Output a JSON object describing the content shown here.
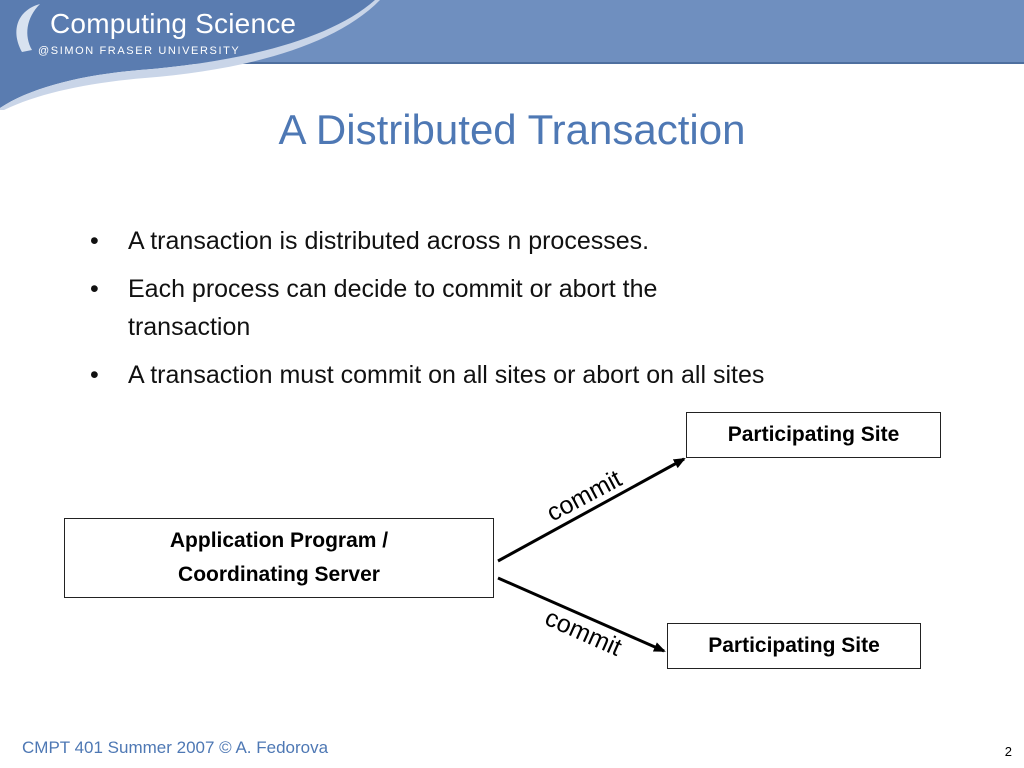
{
  "header": {
    "logo_title": "Computing Science",
    "logo_subtitle": "@SIMON FRASER UNIVERSITY"
  },
  "slide": {
    "title": "A Distributed Transaction",
    "bullets": [
      {
        "line1": "A transaction is distributed across n processes.",
        "line2": ""
      },
      {
        "line1": "Each process can decide to commit or abort the",
        "line2": "transaction"
      },
      {
        "line1": "A transaction must commit on all sites or abort on all sites",
        "line2": ""
      }
    ],
    "bullet_glyph": "•"
  },
  "diagram": {
    "coordinator": {
      "line1": "Application Program /",
      "line2": "Coordinating Server"
    },
    "site_top": "Participating Site",
    "site_bottom": "Participating Site",
    "edge_top_label": "commit",
    "edge_bottom_label": "commit"
  },
  "footer": {
    "course": "CMPT 401 Summer 2007  © A. Fedorova",
    "page": "2"
  },
  "colors": {
    "header_band": "#6f8fbf",
    "title_blue": "#4e78b4",
    "text": "#111111"
  }
}
